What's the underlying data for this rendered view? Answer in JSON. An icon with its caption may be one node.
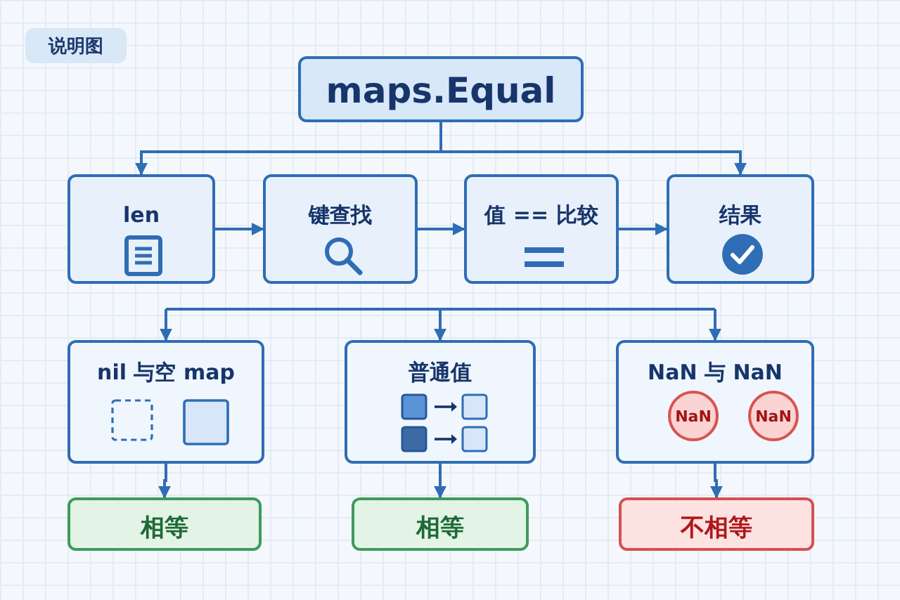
{
  "diagram": {
    "nodes": [
      {
        "text": [
          "说明图"
        ]
      },
      {
        "text": [
          "maps.Equal"
        ]
      },
      {
        "text": [
          "len"
        ]
      },
      {
        "text": [
          "键查找"
        ]
      },
      {
        "text": [
          "值 == 比较"
        ]
      },
      {
        "text": [
          "结果"
        ]
      },
      {
        "text": [
          "nil 与空 map"
        ]
      },
      {
        "text": [
          "普通值"
        ]
      },
      {
        "text": [
          "NaN 与 NaN"
        ]
      },
      {
        "text": [
          "NaN"
        ],
        "in": 8
      },
      {
        "text": [
          "NaN"
        ],
        "in": 8
      },
      {
        "text": [
          "相等"
        ]
      },
      {
        "text": [
          "相等"
        ]
      },
      {
        "text": [
          "不相等"
        ]
      }
    ],
    "edges": [
      {
        "from": 1,
        "to": 2,
        "arrow": "to"
      },
      {
        "from": 1,
        "to": 5,
        "arrow": "to"
      },
      {
        "from": 2,
        "to": 3,
        "arrow": "to"
      },
      {
        "from": 3,
        "to": 4,
        "arrow": "to"
      },
      {
        "from": 4,
        "to": 5,
        "arrow": "to"
      },
      {
        "from": null,
        "to": 6,
        "arrow": "to"
      },
      {
        "from": null,
        "to": 7,
        "arrow": "to"
      },
      {
        "from": null,
        "to": 8,
        "arrow": "to"
      },
      {
        "from": 6,
        "to": 11,
        "arrow": "to"
      },
      {
        "from": 7,
        "to": 12,
        "arrow": "to"
      },
      {
        "from": 8,
        "to": 13,
        "arrow": "to"
      }
    ]
  }
}
